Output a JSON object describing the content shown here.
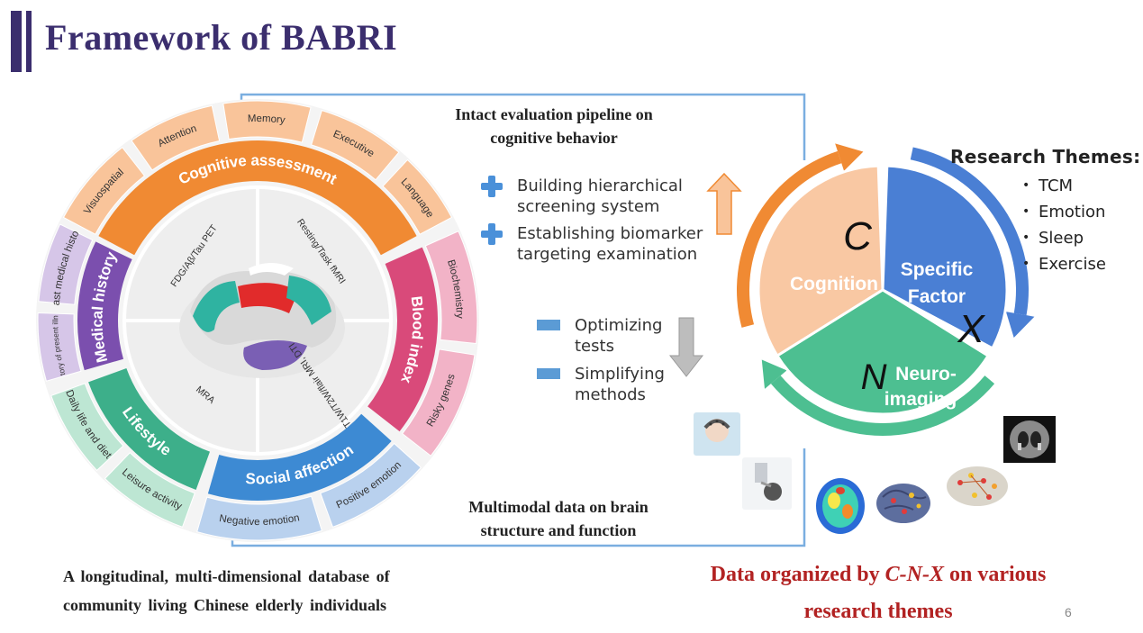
{
  "title": "Framework of BABRI",
  "wheel": {
    "inner": [
      "FDG/Aβ/Tau PET",
      "Resting/Task fMRI",
      "T1W/T2W/flair MRI, DTI",
      "MRA"
    ],
    "segments": [
      {
        "label": "Cognitive assessment",
        "color": "#f08a33",
        "sub": [
          "Visuospatial",
          "Attention",
          "Memory",
          "Executive",
          "Language"
        ],
        "sub_color": "#f9c49a"
      },
      {
        "label": "Blood index",
        "color": "#d94a7a",
        "sub": [
          "Biochemistry",
          "Risky genes"
        ],
        "sub_color": "#f2b3c7"
      },
      {
        "label": "Social affection",
        "color": "#3d8ad3",
        "sub": [
          "Positive emotion",
          "Negative emotion"
        ],
        "sub_color": "#b9d1ee"
      },
      {
        "label": "Lifestyle",
        "color": "#3daf8a",
        "sub": [
          "Leisure activity",
          "Daily life and diet"
        ],
        "sub_color": "#bde6d3"
      },
      {
        "label": "Medical history",
        "color": "#7b4fae",
        "sub": [
          "History of present illness",
          "Past medical history"
        ],
        "sub_color": "#d6c6e8"
      }
    ]
  },
  "pipeline_top": {
    "line1": "Intact evaluation pipeline  on",
    "line2": "cognitive behavior"
  },
  "pipeline_bottom": {
    "line1": "Multimodal  data  on  brain",
    "line2": "structure  and  function"
  },
  "plus_items": [
    "Building hierarchical screening system",
    "Establishing biomarker targeting examination"
  ],
  "square_items": [
    "Optimizing tests",
    "Simplifying methods"
  ],
  "cnx": {
    "c_letter": "C",
    "c_label": "Cognition",
    "c_color": "#f9c8a3",
    "x_letter": "X",
    "x_label_1": "Specific",
    "x_label_2": "Factor",
    "x_color": "#4a7fd4",
    "n_letter": "N",
    "n_label_1": "Neuro-",
    "n_label_2": "imaging",
    "n_color": "#4dbf91"
  },
  "research_themes": {
    "heading": "Research Themes:",
    "items": [
      "TCM",
      "Emotion",
      "Sleep",
      "Exercise"
    ]
  },
  "bottom_left": {
    "line1": "A longitudinal,  multi-dimensional  database of",
    "line2": "community  living  Chinese  elderly  individuals"
  },
  "bottom_right": {
    "prefix": "Data organized by ",
    "italic": "C-N-X",
    "suffix": " on various",
    "line2": "research themes"
  },
  "page_number": "6"
}
